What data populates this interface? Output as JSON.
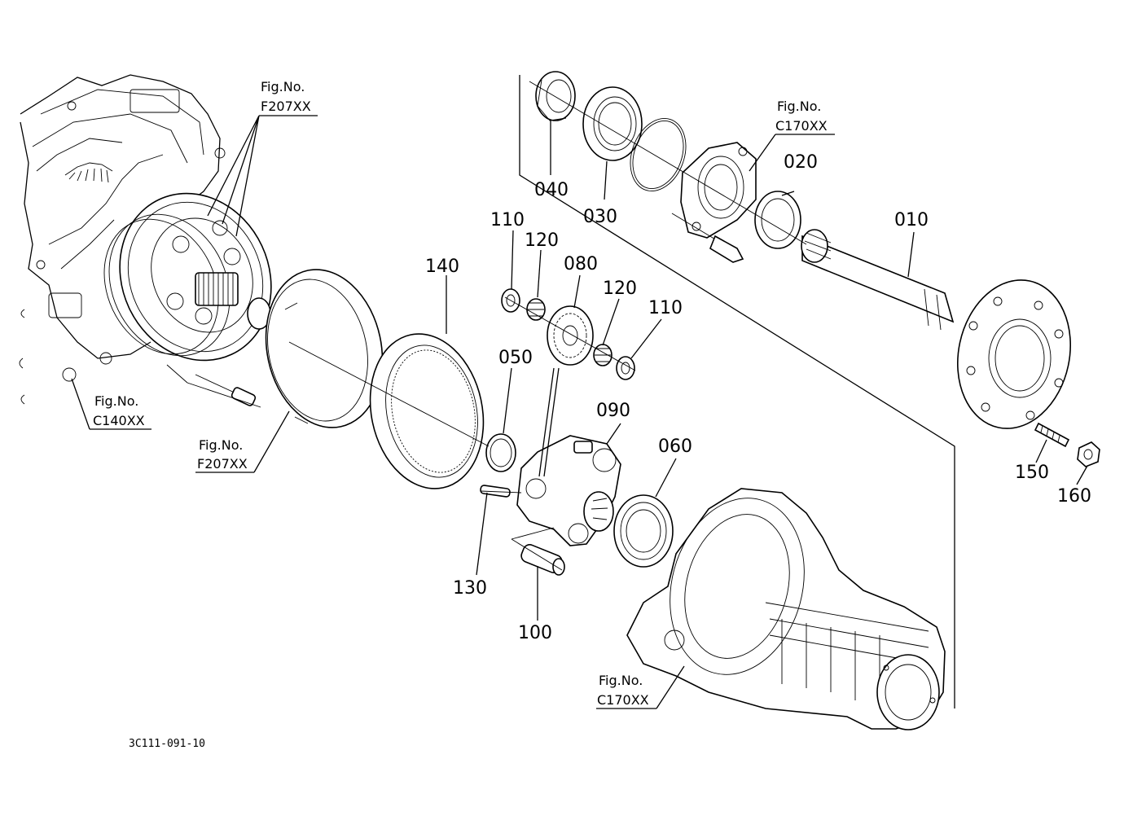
{
  "drawing_code": "3C111-091-10",
  "fig_refs": [
    {
      "id": "f207-top",
      "line1": "Fig.No.",
      "line2": "F207XX"
    },
    {
      "id": "c140",
      "line1": "Fig.No.",
      "line2": "C140XX"
    },
    {
      "id": "f207-bottom",
      "line1": "Fig.No.",
      "line2": "F207XX"
    },
    {
      "id": "c170-top",
      "line1": "Fig.No.",
      "line2": "C170XX"
    },
    {
      "id": "c170-bottom",
      "line1": "Fig.No.",
      "line2": "C170XX"
    }
  ],
  "parts": [
    {
      "id": "p010",
      "label": "010"
    },
    {
      "id": "p020",
      "label": "020"
    },
    {
      "id": "p030",
      "label": "030"
    },
    {
      "id": "p040",
      "label": "040"
    },
    {
      "id": "p050",
      "label": "050"
    },
    {
      "id": "p060",
      "label": "060"
    },
    {
      "id": "p080",
      "label": "080"
    },
    {
      "id": "p090",
      "label": "090"
    },
    {
      "id": "p100",
      "label": "100"
    },
    {
      "id": "p110a",
      "label": "110"
    },
    {
      "id": "p110b",
      "label": "110"
    },
    {
      "id": "p120a",
      "label": "120"
    },
    {
      "id": "p120b",
      "label": "120"
    },
    {
      "id": "p130",
      "label": "130"
    },
    {
      "id": "p140",
      "label": "140"
    },
    {
      "id": "p150",
      "label": "150"
    },
    {
      "id": "p160",
      "label": "160"
    }
  ]
}
